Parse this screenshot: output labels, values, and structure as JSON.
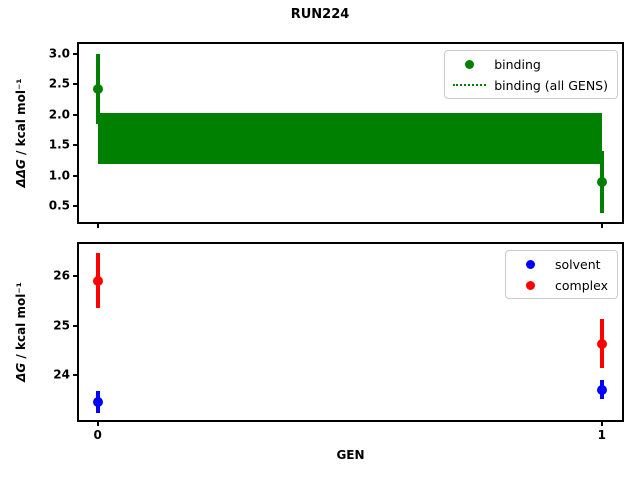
{
  "figure": {
    "title": "RUN224",
    "background": "#ffffff"
  },
  "chart_data": [
    {
      "type": "scatter",
      "name": "binding-free-energy-per-gen",
      "title": "RUN224",
      "ylabel_math": "ΔΔG",
      "ylabel_rest": " / kcal mol⁻¹",
      "xlim": [
        -0.037,
        1.04
      ],
      "ylim": [
        0.24,
        3.16
      ],
      "grid": false,
      "yticks": [
        {
          "v": 3.0,
          "label": "3.0"
        },
        {
          "v": 2.5,
          "label": "2.5"
        },
        {
          "v": 2.0,
          "label": "2.0"
        },
        {
          "v": 1.5,
          "label": "1.5"
        },
        {
          "v": 1.0,
          "label": "1.0"
        },
        {
          "v": 0.5,
          "label": "0.5"
        }
      ],
      "xticks": [
        {
          "v": 0,
          "label": ""
        },
        {
          "v": 1,
          "label": ""
        }
      ],
      "band": {
        "series": "binding (all GENS)",
        "lo": 1.19,
        "hi": 2.02,
        "color": "#008000"
      },
      "series": [
        {
          "name": "binding",
          "color": "#008000",
          "marker": "circle",
          "points": [
            {
              "x": 0,
              "y": 2.42,
              "err_lo": 1.84,
              "err_hi": 3.0
            },
            {
              "x": 1,
              "y": 0.9,
              "err_lo": 0.39,
              "err_hi": 1.41
            }
          ]
        }
      ],
      "legend": {
        "position": "upper right",
        "entries": [
          {
            "label": "binding",
            "handle": "circle",
            "color": "#008000"
          },
          {
            "label": "binding (all GENS)",
            "handle": "dotted-line",
            "color": "#008000"
          }
        ]
      }
    },
    {
      "type": "scatter",
      "name": "component-free-energies-per-gen",
      "xlabel": "GEN",
      "ylabel_math": "ΔG",
      "ylabel_rest": " / kcal mol⁻¹",
      "xlim": [
        -0.037,
        1.04
      ],
      "ylim": [
        23.08,
        26.66
      ],
      "grid": false,
      "yticks": [
        {
          "v": 26,
          "label": "26"
        },
        {
          "v": 25,
          "label": "25"
        },
        {
          "v": 24,
          "label": "24"
        }
      ],
      "xticks": [
        {
          "v": 0,
          "label": "0"
        },
        {
          "v": 1,
          "label": "1"
        }
      ],
      "series": [
        {
          "name": "solvent",
          "color": "#0000ff",
          "marker": "circle",
          "points": [
            {
              "x": 0,
              "y": 23.45,
              "err_lo": 23.22,
              "err_hi": 23.68
            },
            {
              "x": 1,
              "y": 23.7,
              "err_lo": 23.51,
              "err_hi": 23.89
            }
          ]
        },
        {
          "name": "complex",
          "color": "#ff0000",
          "marker": "circle",
          "points": [
            {
              "x": 0,
              "y": 25.91,
              "err_lo": 25.35,
              "err_hi": 26.47
            },
            {
              "x": 1,
              "y": 24.63,
              "err_lo": 24.13,
              "err_hi": 25.13
            }
          ]
        }
      ],
      "legend": {
        "position": "upper right",
        "entries": [
          {
            "label": "solvent",
            "handle": "circle",
            "color": "#0000ff"
          },
          {
            "label": "complex",
            "handle": "circle",
            "color": "#ff0000"
          }
        ]
      }
    }
  ]
}
